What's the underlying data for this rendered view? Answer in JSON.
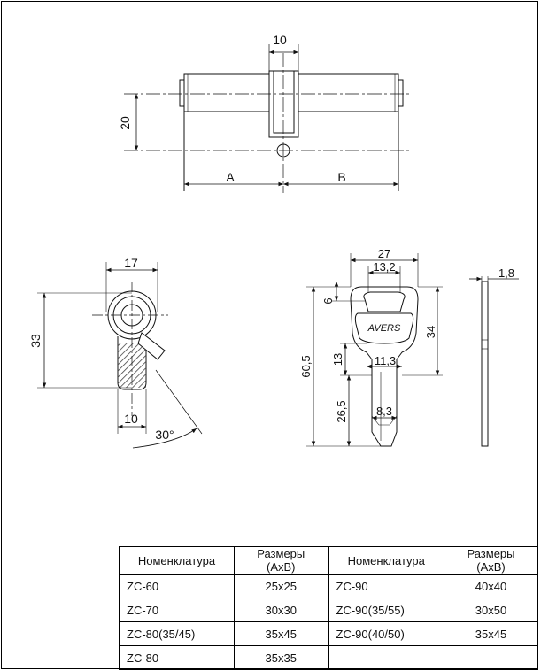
{
  "dimensions": {
    "cam_width": "10",
    "height": "20",
    "a_label": "A",
    "b_label": "B",
    "side_width": "17",
    "side_height": "33",
    "bottom_width": "10",
    "angle": "30°",
    "key_total_width": "27",
    "key_inner_width": "13,2",
    "key_thickness": "1,8",
    "key_bow_small": "6",
    "key_bow_height": "34",
    "key_total_length": "60,5",
    "key_neck_height": "13",
    "key_neck_width": "11,3",
    "key_blade_length": "26,5",
    "key_blade_width": "8,3",
    "brand": "AVERS"
  },
  "table": {
    "headers": [
      "Номенклатура",
      "Размеры (АхВ)",
      "Номенклатура",
      "Размеры (АхВ)"
    ],
    "rows": [
      [
        "ZC-60",
        "25x25",
        "ZC-90",
        "40x40"
      ],
      [
        "ZC-70",
        "30x30",
        "ZC-90(35/55)",
        "30x50"
      ],
      [
        "ZC-80(35/45)",
        "35x45",
        "ZC-90(40/50)",
        "35x45"
      ],
      [
        "ZC-80",
        "35x35",
        "",
        ""
      ]
    ]
  }
}
